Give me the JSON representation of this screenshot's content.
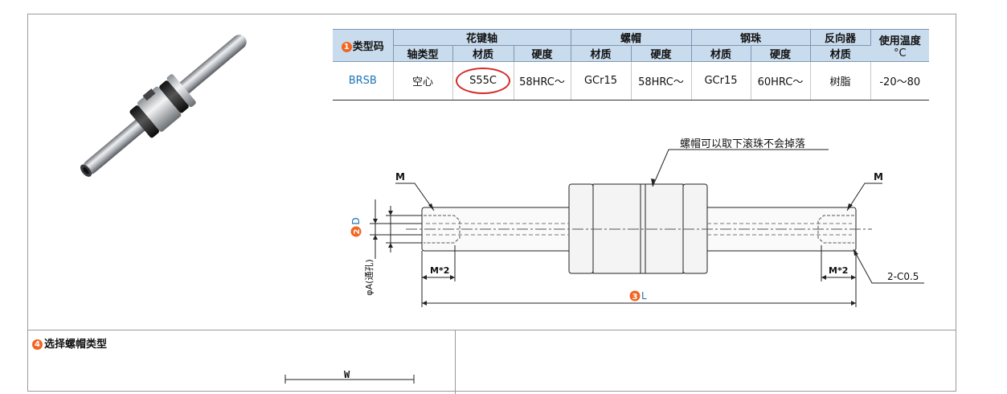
{
  "table": {
    "head_row1": {
      "type_code_num": "1",
      "type_code": "类型码",
      "spline_shaft": "花键轴",
      "nut": "螺帽",
      "steel_ball": "钢珠",
      "reverser": "反向器",
      "temp": "使用温度"
    },
    "head_row2": {
      "shaft_type": "轴类型",
      "material": "材质",
      "hardness": "硬度",
      "temp_unit": "°C"
    },
    "row": {
      "code": "BRSB",
      "shaft_type": "空心",
      "shaft_material": "S55C",
      "shaft_hardness": "58HRC～",
      "nut_material": "GCr15",
      "nut_hardness": "58HRC～",
      "ball_material": "GCr15",
      "ball_hardness": "60HRC～",
      "reverser_material": "树脂",
      "temp_range": "-20～80"
    },
    "highlight_color": "#d42a2a",
    "header_bg": "#c9dced"
  },
  "drawing": {
    "note": "螺帽可以取下滚珠不会掉落",
    "m_left": "M",
    "m_right": "M",
    "d_num": "2",
    "d_label": "D",
    "phi_a": "φA(通孔)",
    "m2_left": "M*2",
    "m2_right": "M*2",
    "chamfer": "2-C0.5",
    "l_num": "3",
    "l_label": "L",
    "accent": "#f26522",
    "dim_blue": "#1a74b8"
  },
  "section": {
    "num": "4",
    "title": "选择螺帽类型",
    "w_label": "W"
  }
}
